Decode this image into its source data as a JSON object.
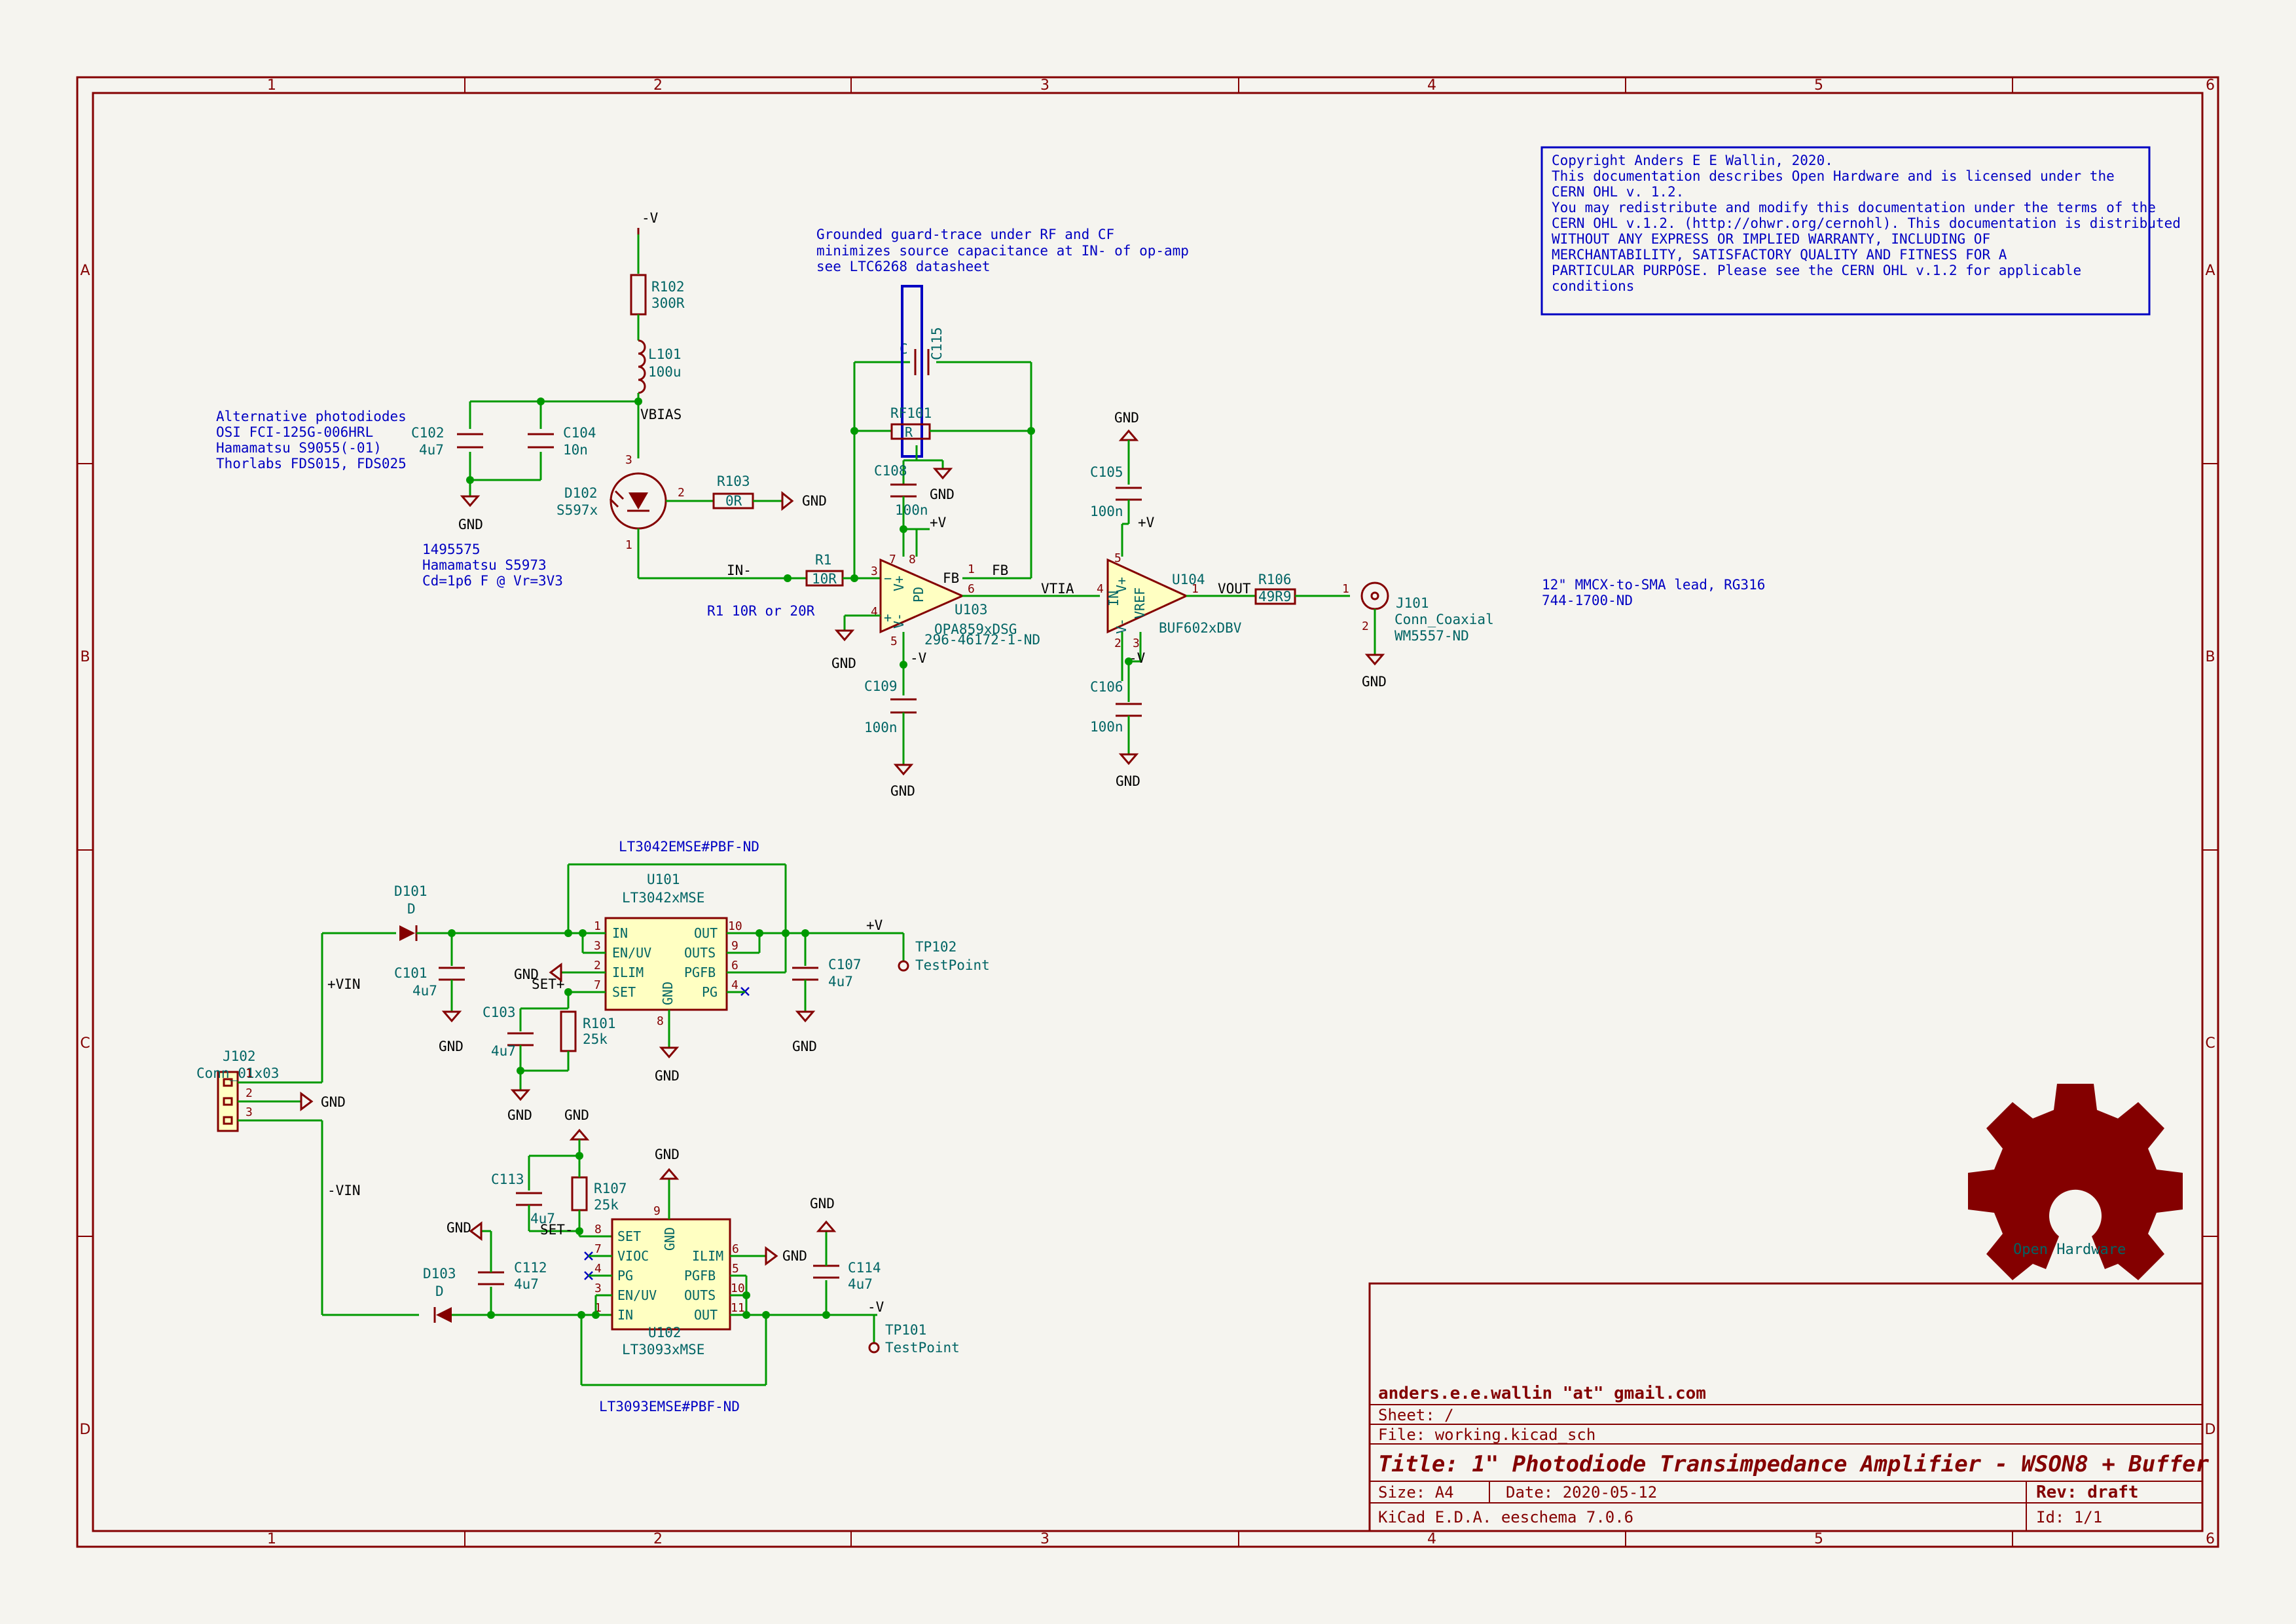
{
  "frame": {
    "columns": [
      "1",
      "2",
      "3",
      "4",
      "5",
      "6"
    ],
    "rows": [
      "A",
      "B",
      "C",
      "D"
    ]
  },
  "title_block": {
    "company": "anders.e.e.wallin \"at\" gmail.com",
    "sheet": "Sheet: /",
    "file": "File: working.kicad_sch",
    "title": "Title: 1\" Photodiode Transimpedance Amplifier - WSON8 + Buffer",
    "size": "Size: A4",
    "date": "Date: 2020-05-12",
    "rev": "Rev: draft",
    "tool": "KiCad E.D.A.  eeschema 7.0.6",
    "id": "Id: 1/1"
  },
  "license": [
    "Copyright Anders E E Wallin, 2020.",
    "This documentation describes Open Hardware and is licensed under the",
    "CERN OHL v. 1.2.",
    "You may redistribute and modify this documentation under the terms of the",
    "CERN OHL v.1.2. (http://ohwr.org/cernohl). This documentation is distributed",
    "WITHOUT ANY EXPRESS OR IMPLIED WARRANTY, INCLUDING OF",
    "MERCHANTABILITY, SATISFACTORY QUALITY AND FITNESS FOR A",
    "PARTICULAR PURPOSE. Please see the CERN OHL v.1.2 for applicable",
    "conditions"
  ],
  "notes": {
    "guard": [
      "Grounded guard-trace under RF and CF",
      "minimizes source capacitance at IN- of op-amp",
      "see LTC6268 datasheet"
    ],
    "alt_pd": [
      "Alternative photodiodes",
      "OSI FCI-125G-006HRL",
      "Hamamatsu S9055(-01)",
      "Thorlabs FDS015, FDS025"
    ],
    "s5973": [
      "1495575",
      "Hamamatsu S5973",
      "Cd=1p6 F @ Vr=3V3"
    ],
    "r1": "R1 10R or 20R",
    "lead": [
      "12\" MMCX-to-SMA lead, RG316",
      "744-1700-ND"
    ],
    "lt3042_pn": "LT3042EMSE#PBF-ND",
    "lt3093_pn": "LT3093EMSE#PBF-ND",
    "u103_pn": "296-46172-1-ND"
  },
  "logo": {
    "label": "Open Hardware"
  },
  "components": {
    "r102": {
      "ref": "R102",
      "val": "300R"
    },
    "l101": {
      "ref": "L101",
      "val": "100u"
    },
    "c102": {
      "ref": "C102",
      "val": "4u7"
    },
    "c104": {
      "ref": "C104",
      "val": "10n"
    },
    "d102": {
      "ref": "D102",
      "val": "S597x"
    },
    "r103": {
      "ref": "R103",
      "val": "0R"
    },
    "c115": {
      "ref": "C115",
      "val": "C"
    },
    "rf101": {
      "ref": "RF101",
      "val": "R"
    },
    "c108": {
      "ref": "C108",
      "val": "100n"
    },
    "r1": {
      "ref": "R1",
      "val": "10R"
    },
    "u103": {
      "ref": "U103",
      "val": "OPA859xDSG"
    },
    "c109": {
      "ref": "C109",
      "val": "100n"
    },
    "c105": {
      "ref": "C105",
      "val": "100n"
    },
    "c106": {
      "ref": "C106",
      "val": "100n"
    },
    "u104": {
      "ref": "U104",
      "val": "BUF602xDBV"
    },
    "r106": {
      "ref": "R106",
      "val": "49R9"
    },
    "j101": {
      "ref": "J101",
      "val": "Conn_Coaxial",
      "pn": "WM5557-ND"
    },
    "d101": {
      "ref": "D101",
      "val": "D"
    },
    "c101": {
      "ref": "C101",
      "val": "4u7"
    },
    "u101": {
      "ref": "U101",
      "val": "LT3042xMSE"
    },
    "c107": {
      "ref": "C107",
      "val": "4u7"
    },
    "tp102": {
      "ref": "TP102",
      "val": "TestPoint"
    },
    "c103": {
      "ref": "C103",
      "val": "4u7"
    },
    "r101": {
      "ref": "R101",
      "val": "25k"
    },
    "j102": {
      "ref": "J102",
      "val": "Conn_01x03"
    },
    "c113": {
      "ref": "C113",
      "val": "4u7"
    },
    "r107": {
      "ref": "R107",
      "val": "25k"
    },
    "c112": {
      "ref": "C112",
      "val": "4u7"
    },
    "d103": {
      "ref": "D103",
      "val": "D"
    },
    "u102": {
      "ref": "U102",
      "val": "LT3093xMSE"
    },
    "c114": {
      "ref": "C114",
      "val": "4u7"
    },
    "tp101": {
      "ref": "TP101",
      "val": "TestPoint"
    }
  },
  "nets": {
    "vbias": "VBIAS",
    "in_minus": "IN-",
    "fb": "FB",
    "fb2": "FB",
    "vtia": "VTIA",
    "vout": "VOUT",
    "vin_p": "+VIN",
    "vin_n": "-VIN",
    "set_p": "SET+",
    "set_n": "SET-",
    "gnd": "GND",
    "pv": "+V",
    "nv": "-V"
  },
  "u101_pins": {
    "left": [
      "IN",
      "EN/UV",
      "ILIM",
      "SET"
    ],
    "right": [
      "OUT",
      "OUTS",
      "PGFB",
      "PG"
    ],
    "bottom": "GND"
  },
  "u102_pins": {
    "left": [
      "SET",
      "VIOC",
      "PG",
      "EN/UV",
      "IN"
    ],
    "right": [
      "ILIM",
      "PGFB",
      "OUTS",
      "OUT"
    ],
    "top": "GND"
  },
  "u103_pins": {
    "vplus": "V+",
    "vminus": "V-",
    "pd": "PD"
  },
  "u104_pins": {
    "in": "IN",
    "vplus": "V+",
    "vminus": "V-",
    "vref": "VREF"
  }
}
